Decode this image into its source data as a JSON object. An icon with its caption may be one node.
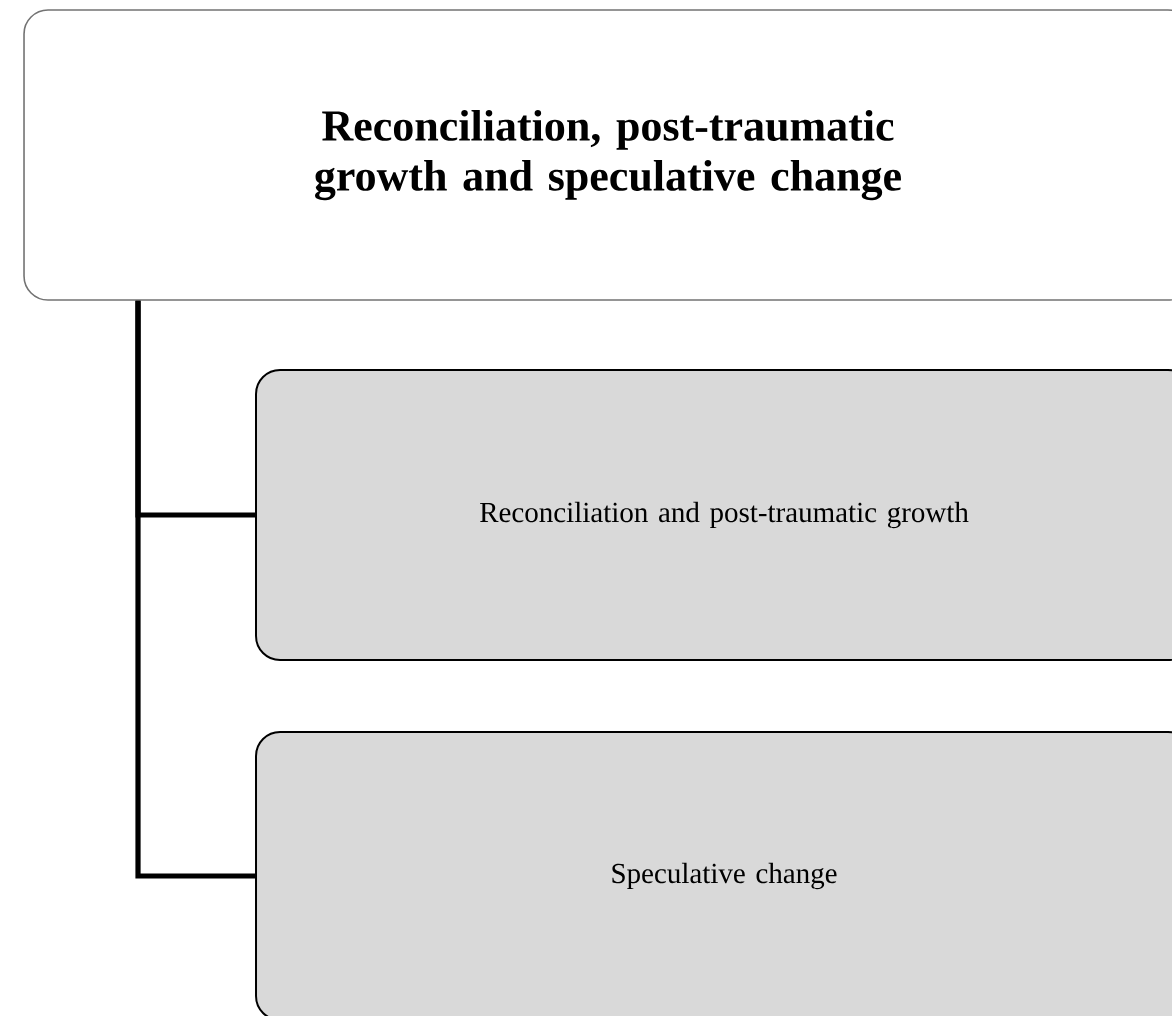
{
  "diagram": {
    "nodes": [
      {
        "text": [
          "Reconciliation, post-traumatic growth and speculative change"
        ]
      },
      {
        "text": [
          "Reconciliation and post-traumatic growth"
        ]
      },
      {
        "text": [
          "Speculative change"
        ]
      }
    ],
    "edges": [
      {
        "from": 0,
        "to": 1,
        "arrow": "none"
      },
      {
        "from": 0,
        "to": 2,
        "arrow": "none"
      }
    ]
  }
}
